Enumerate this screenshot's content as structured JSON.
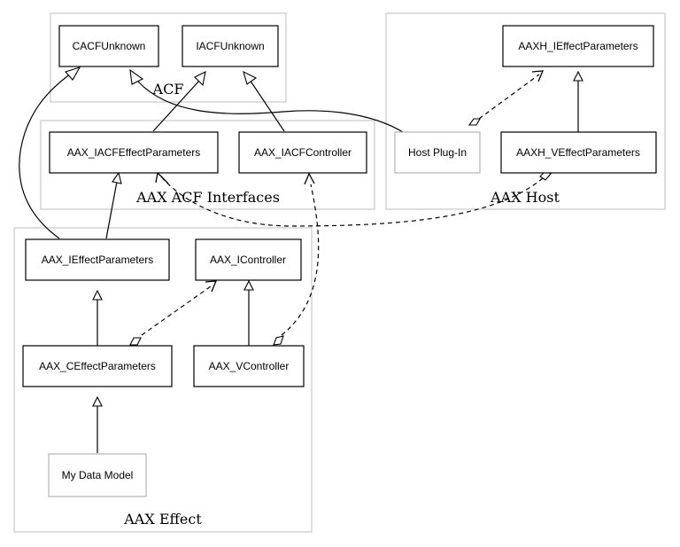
{
  "clusters": {
    "acf": "ACF",
    "interfaces": "AAX ACF Interfaces",
    "host": "AAX Host",
    "effect": "AAX Effect"
  },
  "nodes": {
    "cacfunknown": "CACFUnknown",
    "iacfunknown": "IACFUnknown",
    "aax_iacfeffectparameters": "AAX_IACFEffectParameters",
    "aax_iacfcontroller": "AAX_IACFController",
    "aaxh_ieffectparameters": "AAXH_IEffectParameters",
    "host_plugin": "Host Plug-In",
    "aaxh_veffectparameters": "AAXH_VEffectParameters",
    "aax_ieffectparameters": "AAX_IEffectParameters",
    "aax_icontroller": "AAX_IController",
    "aax_ceffectparameters": "AAX_CEffectParameters",
    "aax_vcontroller": "AAX_VController",
    "my_data_model": "My Data Model"
  },
  "colors": {
    "node_border": "#000000",
    "muted_node_border": "#b4b4b4",
    "cluster_border": "#c8c8c8",
    "edge": "#000000"
  }
}
